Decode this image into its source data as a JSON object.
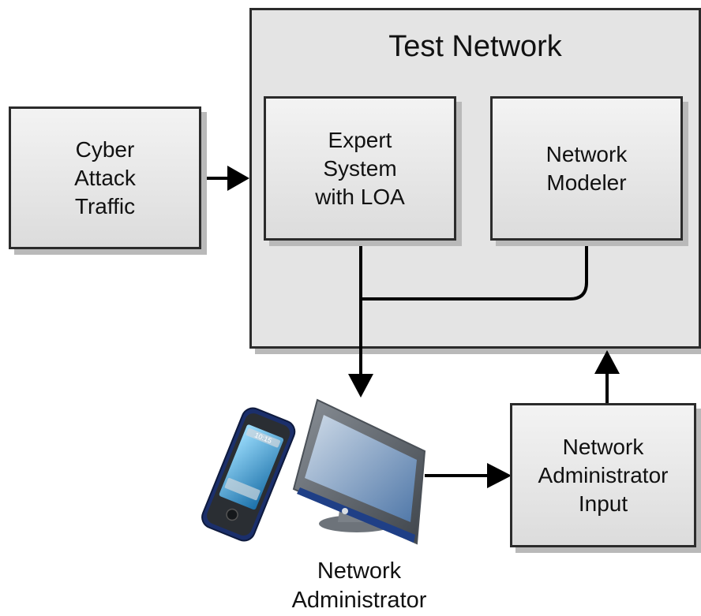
{
  "diagram": {
    "container": {
      "title": "Test Network"
    },
    "nodes": {
      "attack_traffic": "Cyber\nAttack\nTraffic",
      "expert_system": "Expert\nSystem\nwith LOA",
      "network_modeler": "Network\nModeler",
      "admin_input": "Network\nAdministrator\nInput"
    },
    "admin_caption": "Network\nAdministrator",
    "phone_clock": "10:15",
    "colors": {
      "box_border": "#2b2b2b",
      "box_fill_top": "#f3f3f3",
      "box_fill_bottom": "#dcdcdc",
      "container_fill": "#e4e4e4",
      "shadow": "#b9b9b9",
      "line": "#000000",
      "screen_blue": "#4f77a8",
      "device_frame": "#5a6068"
    },
    "icons": [
      "smartphone-icon",
      "computer-monitor-icon"
    ]
  }
}
